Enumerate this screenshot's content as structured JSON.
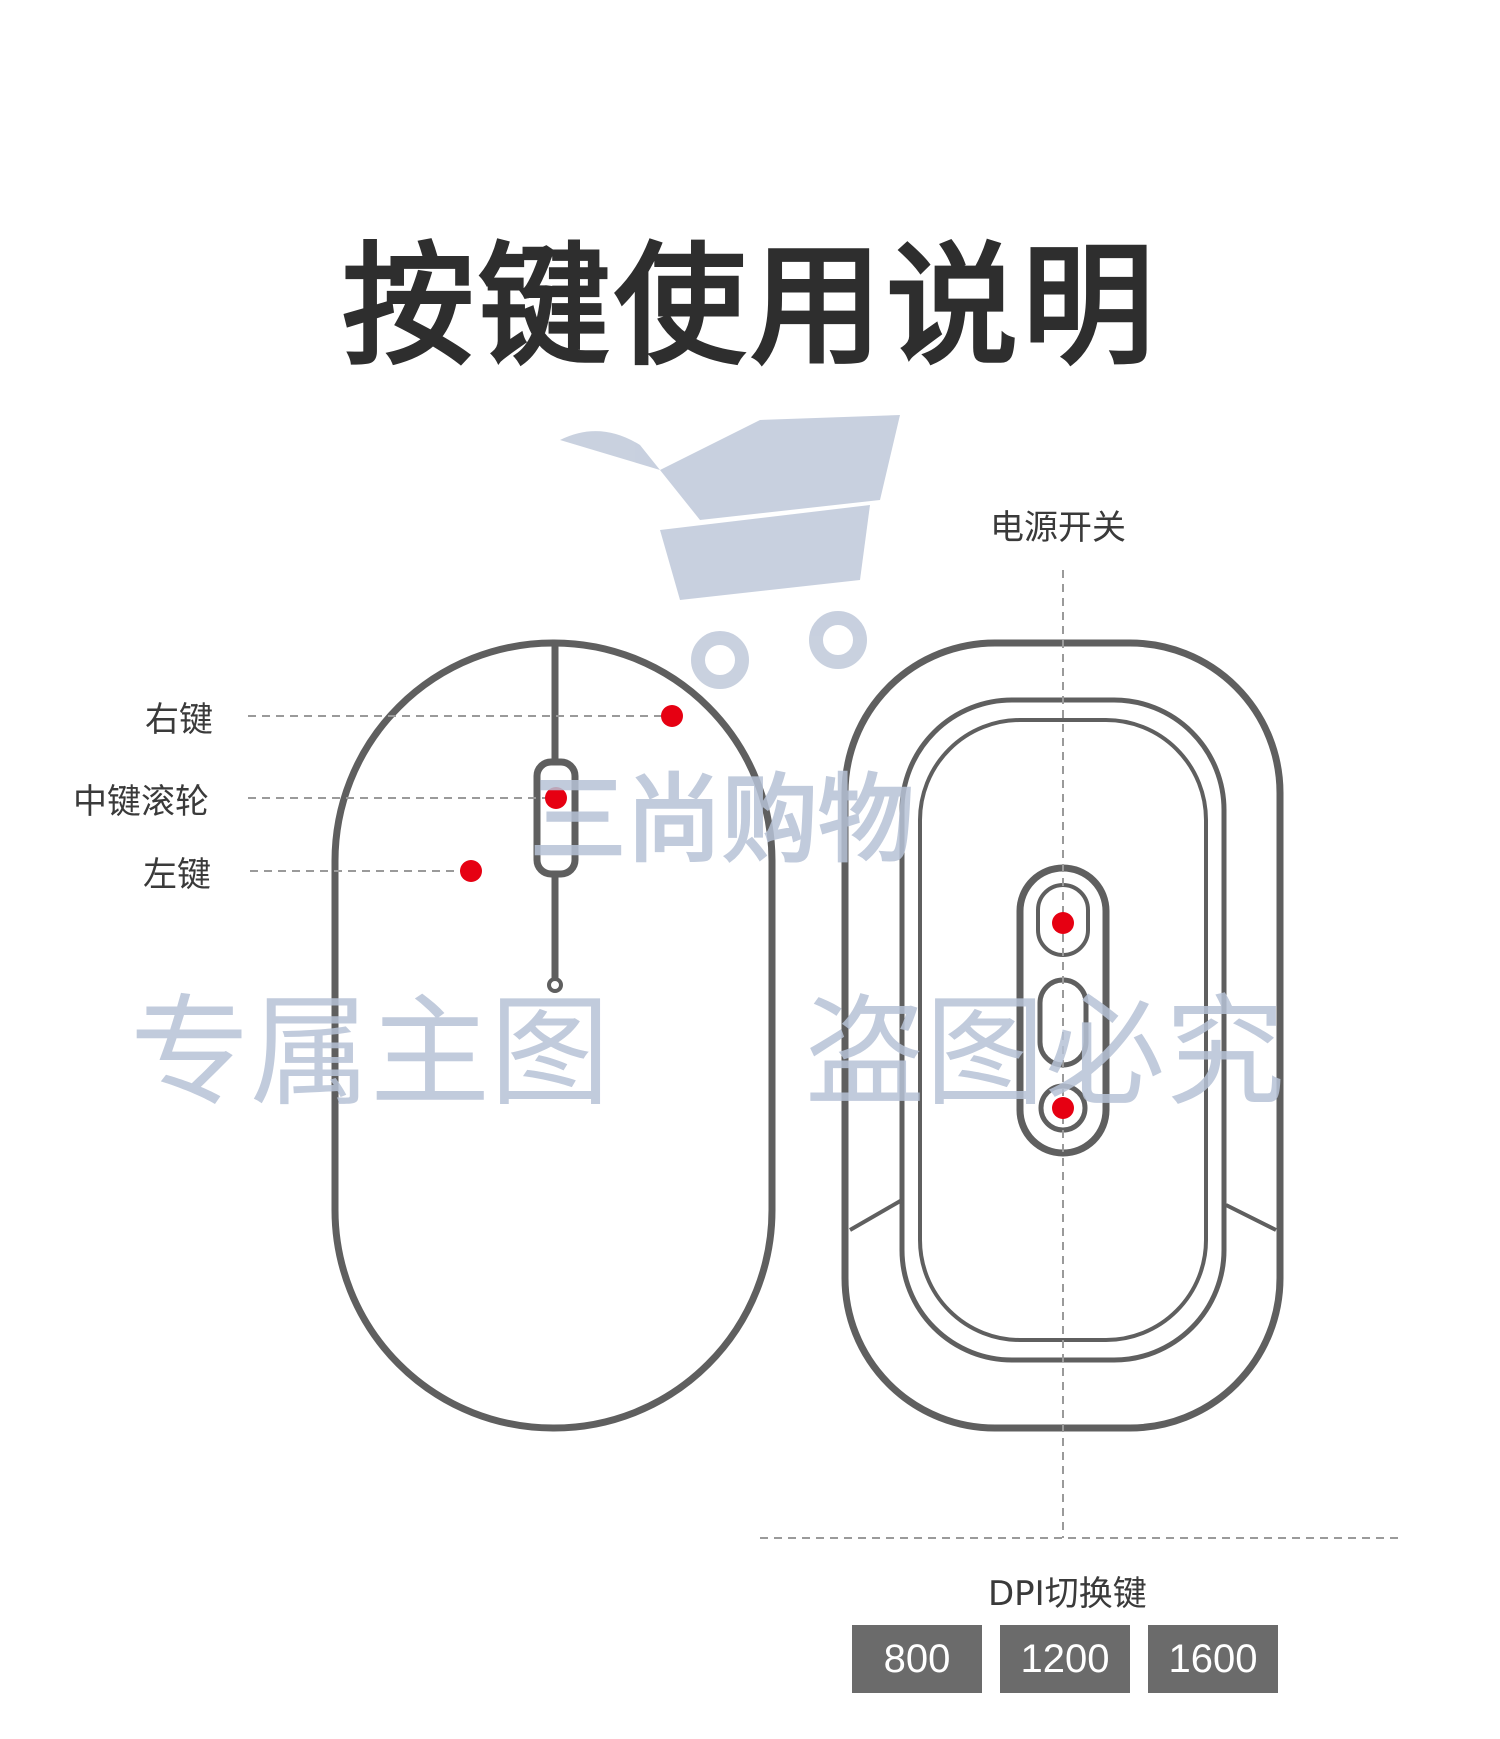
{
  "title": "按键使用说明",
  "labels": {
    "right_button": "右键",
    "middle_wheel": "中键滚轮",
    "left_button": "左键",
    "power_switch": "电源开关",
    "dpi_switch": "DPI切换键"
  },
  "dpi_options": [
    "800",
    "1200",
    "1600"
  ],
  "watermarks": {
    "shop_name": "三尚购物",
    "left": "专属主图",
    "right": "盗图必究"
  },
  "colors": {
    "outline": "#5f5f5f",
    "marker": "#e60012",
    "dpi_button_bg": "#6b6b6b",
    "watermark": "#b7c2d6"
  }
}
